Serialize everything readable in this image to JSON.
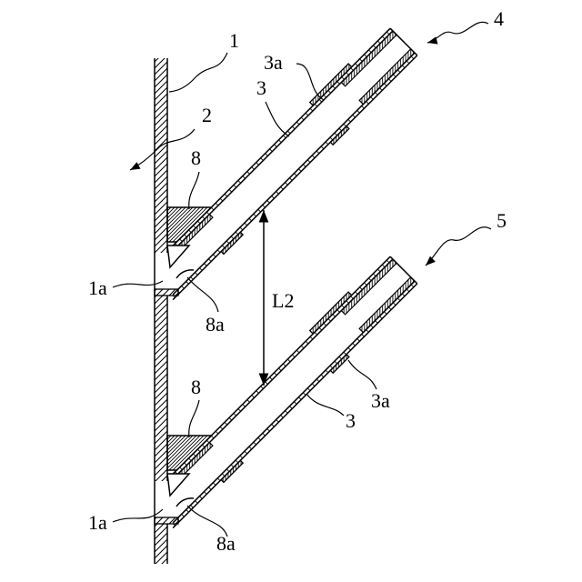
{
  "labels": {
    "wall": "1",
    "direction_arrow": "2",
    "spacing": "L2",
    "upper_unit": {
      "number": "4",
      "pipe": "3",
      "sleeve": "3a",
      "block": "8",
      "block_face": "8a",
      "wall_opening": "1a"
    },
    "lower_unit": {
      "number": "5",
      "pipe": "3",
      "sleeve": "3a",
      "block": "8",
      "block_face": "8a",
      "wall_opening": "1a"
    }
  }
}
